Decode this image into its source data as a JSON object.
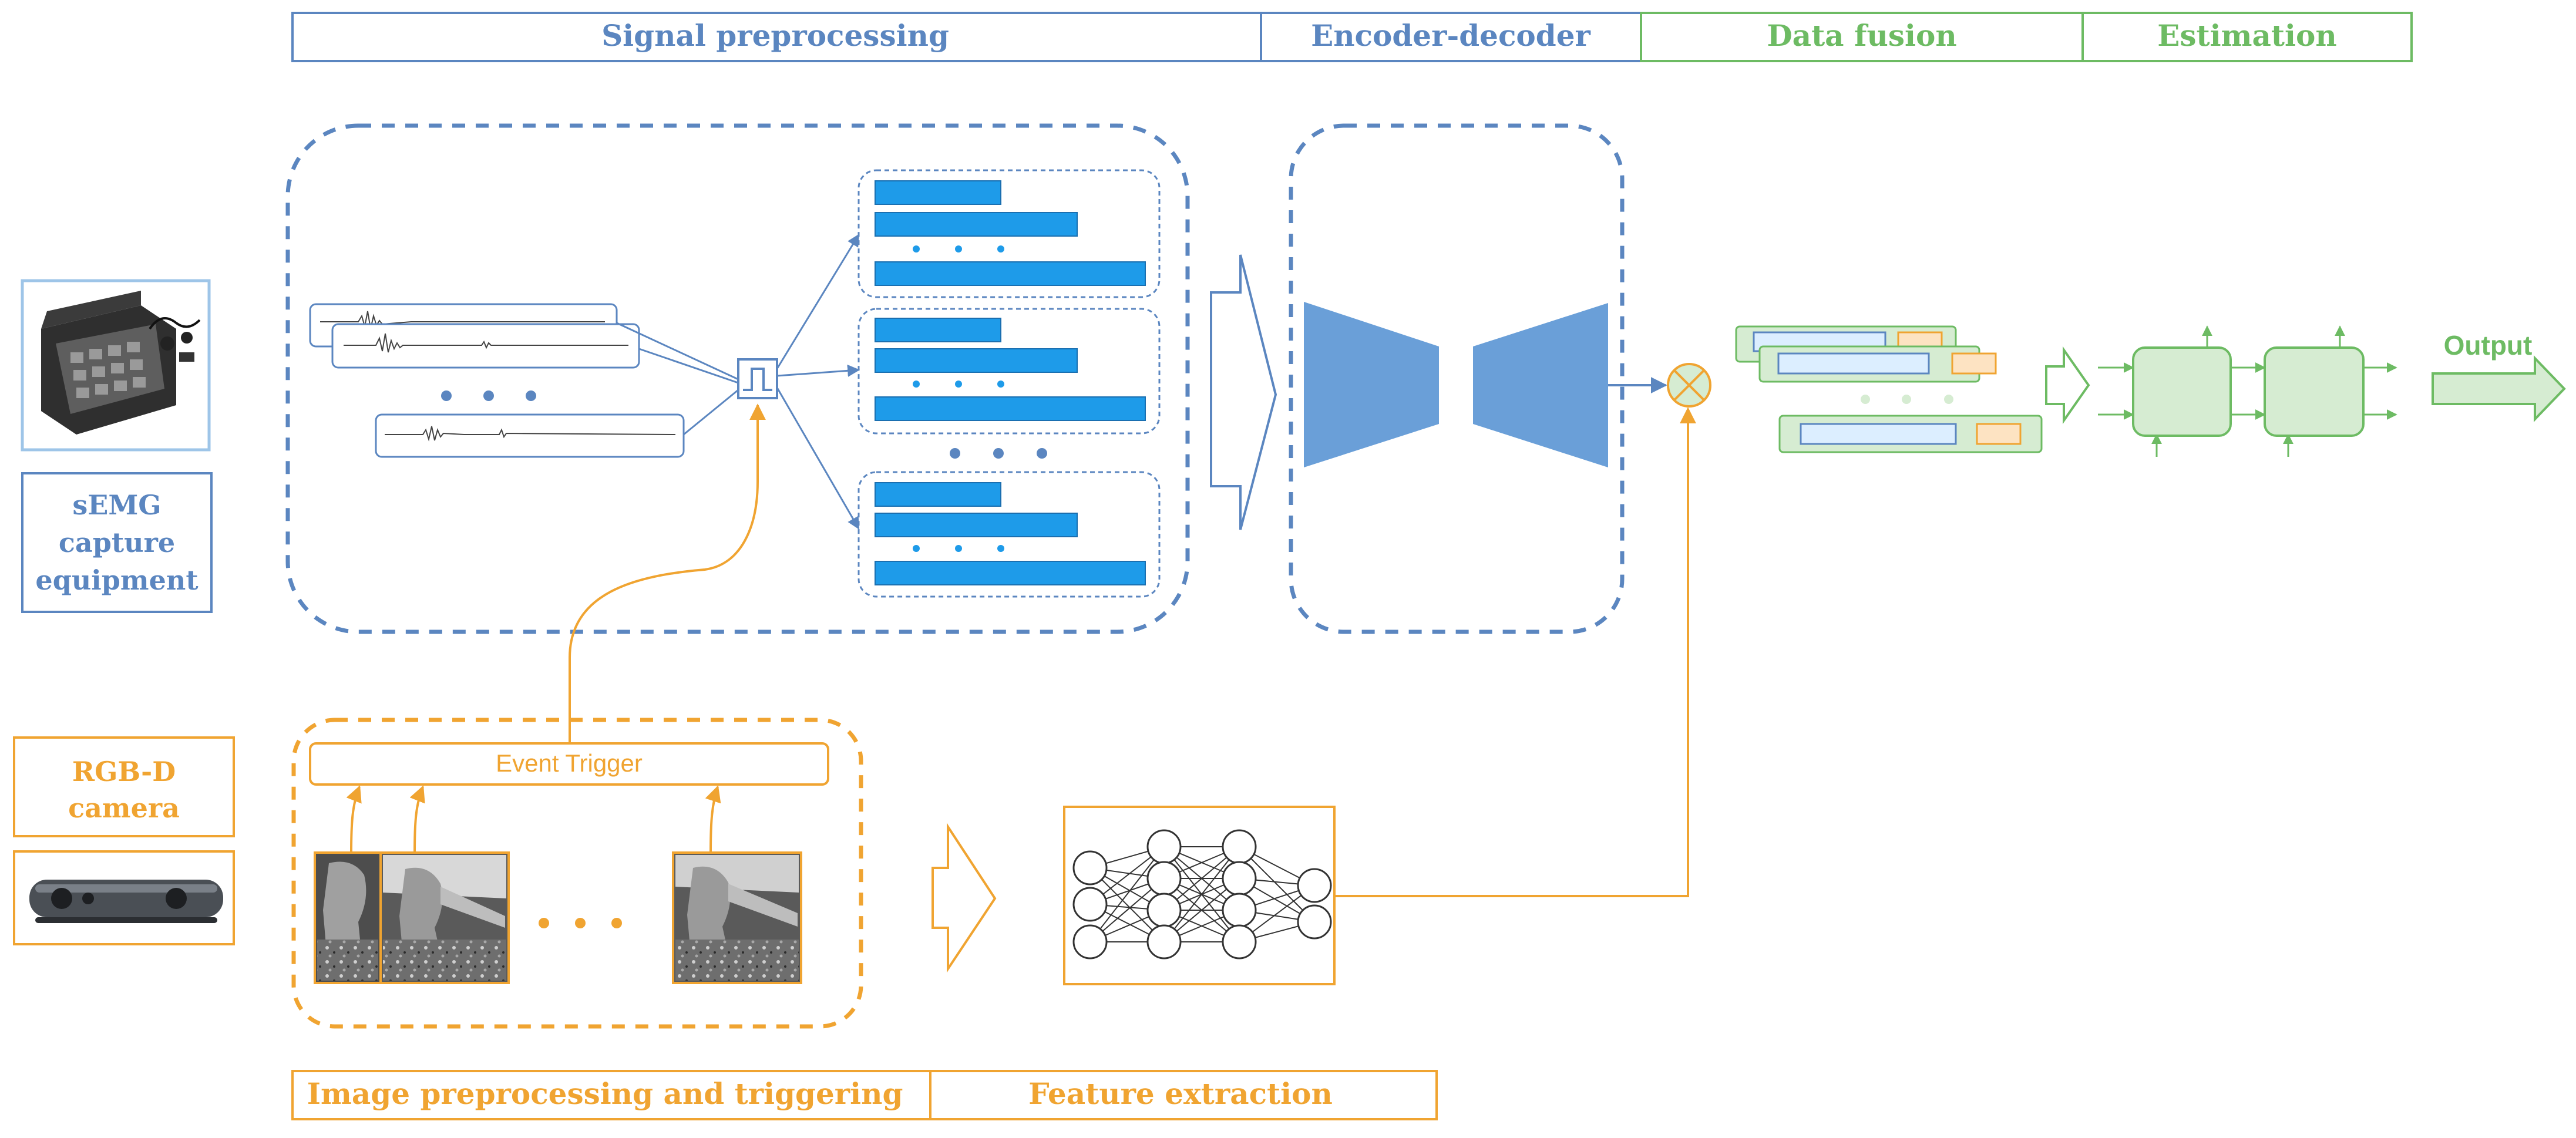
{
  "headers_top": {
    "signal_preprocessing": "Signal preprocessing",
    "encoder_decoder": "Encoder-decoder",
    "data_fusion": "Data fusion",
    "estimation": "Estimation"
  },
  "headers_bottom": {
    "image_preprocessing": "Image preprocessing and triggering",
    "feature_extraction": "Feature extraction"
  },
  "left_labels": {
    "semg_line1": "sEMG",
    "semg_line2": "capture",
    "semg_line3": "equipment",
    "rgbd_line1": "RGB-D",
    "rgbd_line2": "camera"
  },
  "event_trigger": "Event Trigger",
  "output_label": "Output",
  "colors": {
    "blue": "#5b86c0",
    "blue_bar": "#1e9be9",
    "blue_fill": "#6a9fd8",
    "green": "#6dbb63",
    "green_fill": "#d6ecd2",
    "orange": "#f0a431",
    "light_blue_fill": "#dceeff",
    "orange_fill": "#fde3c2"
  }
}
